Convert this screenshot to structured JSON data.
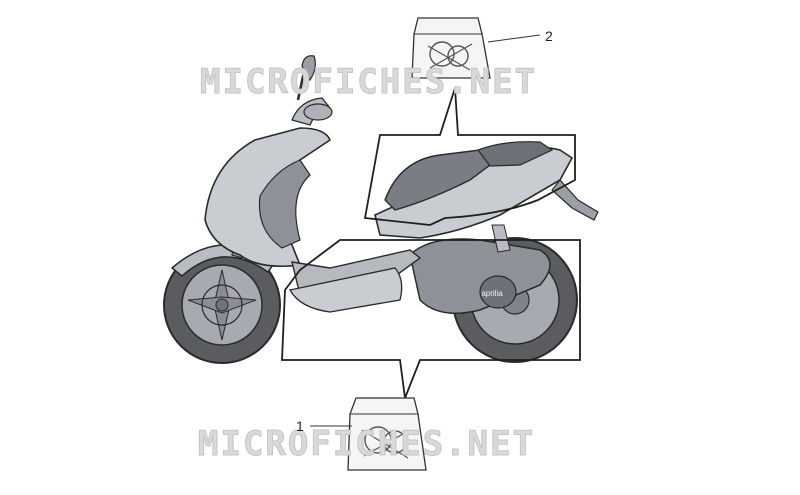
{
  "watermark": {
    "top": "MICROFICHES.NET",
    "bottom": "MICROFICHES.NET"
  },
  "callouts": [
    {
      "number": "1"
    },
    {
      "number": "2"
    }
  ],
  "decal_text": "aprilia",
  "colors": {
    "body": "#c9ccd1",
    "body_dark": "#8e9298",
    "outline": "#2a2a2a",
    "tire": "#5a5c60",
    "watermark": "#d9d9d9"
  }
}
